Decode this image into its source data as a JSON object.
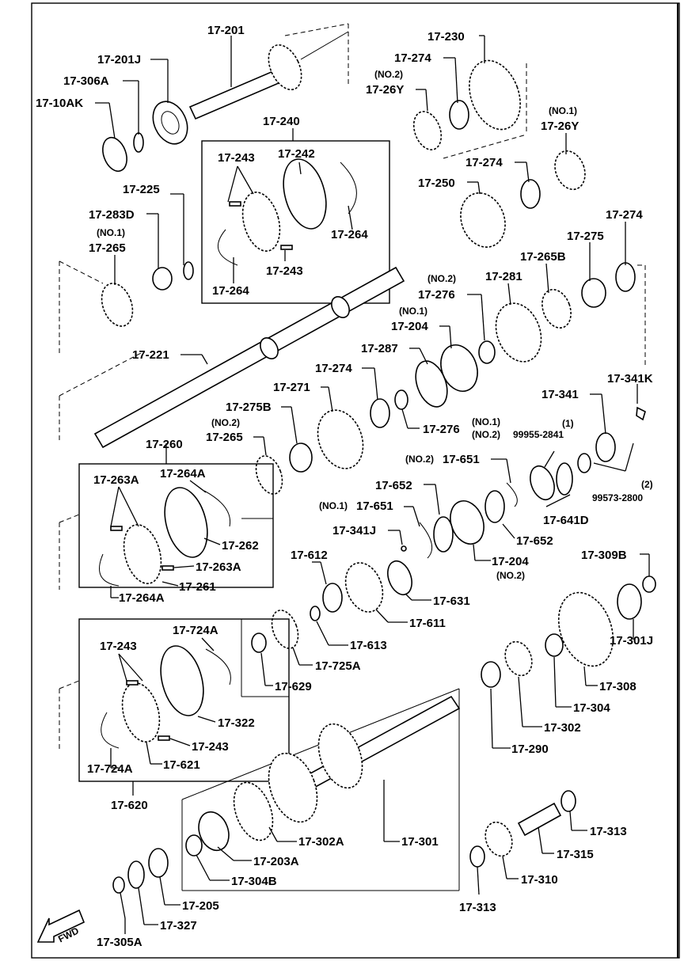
{
  "labels": {
    "p17_201": "17-201",
    "p17_201J": "17-201J",
    "p17_306A": "17-306A",
    "p17_10AK": "17-10AK",
    "p17_240": "17-240",
    "p17_243_a": "17-243",
    "p17_242": "17-242",
    "p17_264_a": "17-264",
    "p17_243_b": "17-243",
    "p17_264_b": "17-264",
    "p17_225": "17-225",
    "p17_283D": "17-283D",
    "no1_a": "(NO.1)",
    "p17_265_a": "17-265",
    "p17_230": "17-230",
    "p17_274_a": "17-274",
    "no2_a": "(NO.2)",
    "p17_26Y_a": "17-26Y",
    "no1_b": "(NO.1)",
    "p17_26Y_b": "17-26Y",
    "p17_274_b": "17-274",
    "p17_250": "17-250",
    "p17_274_c": "17-274",
    "p17_275": "17-275",
    "p17_265B": "17-265B",
    "no2_b": "(NO.2)",
    "p17_276_a": "17-276",
    "p17_281": "17-281",
    "no1_c": "(NO.1)",
    "p17_204_a": "17-204",
    "p17_287": "17-287",
    "p17_221": "17-221",
    "p17_274_d": "17-274",
    "p17_271": "17-271",
    "p17_275B": "17-275B",
    "no2_c": "(NO.2)",
    "p17_265_b": "17-265",
    "p17_276_b": "17-276",
    "no1_d": "(NO.1)",
    "no2_d": "(NO.2)",
    "p17_341K": "17-341K",
    "p17_341": "17-341",
    "sub1": "(1)",
    "p99955": "99955-2841",
    "p17_260": "17-260",
    "p17_263A_a": "17-263A",
    "p17_264A_a": "17-264A",
    "p17_262": "17-262",
    "p17_263A_b": "17-263A",
    "p17_261": "17-261",
    "p17_264A_b": "17-264A",
    "no2_e": "(NO.2)",
    "p17_651_a": "17-651",
    "sub2": "(2)",
    "p99573": "99573-2800",
    "p17_652_a": "17-652",
    "no1_e": "(NO.1)",
    "p17_651_b": "17-651",
    "p17_641D": "17-641D",
    "p17_652_b": "17-652",
    "p17_341J": "17-341J",
    "p17_612": "17-612",
    "p17_204_b": "17-204",
    "no2_f": "(NO.2)",
    "p17_309B": "17-309B",
    "p17_631": "17-631",
    "p17_611": "17-611",
    "p17_613": "17-613",
    "p17_725A": "17-725A",
    "p17_629": "17-629",
    "p17_301J": "17-301J",
    "p17_308": "17-308",
    "p17_243_c": "17-243",
    "p17_724A_a": "17-724A",
    "p17_322": "17-322",
    "p17_243_d": "17-243",
    "p17_724A_b": "17-724A",
    "p17_621": "17-621",
    "p17_304": "17-304",
    "p17_302": "17-302",
    "p17_290": "17-290",
    "p17_620": "17-620",
    "p17_302A": "17-302A",
    "p17_301": "17-301",
    "p17_203A": "17-203A",
    "p17_304B": "17-304B",
    "p17_313_a": "17-313",
    "p17_315": "17-315",
    "p17_310": "17-310",
    "p17_313_b": "17-313",
    "p17_205": "17-205",
    "p17_327": "17-327",
    "p17_305A": "17-305A",
    "fwd": "FWD"
  }
}
